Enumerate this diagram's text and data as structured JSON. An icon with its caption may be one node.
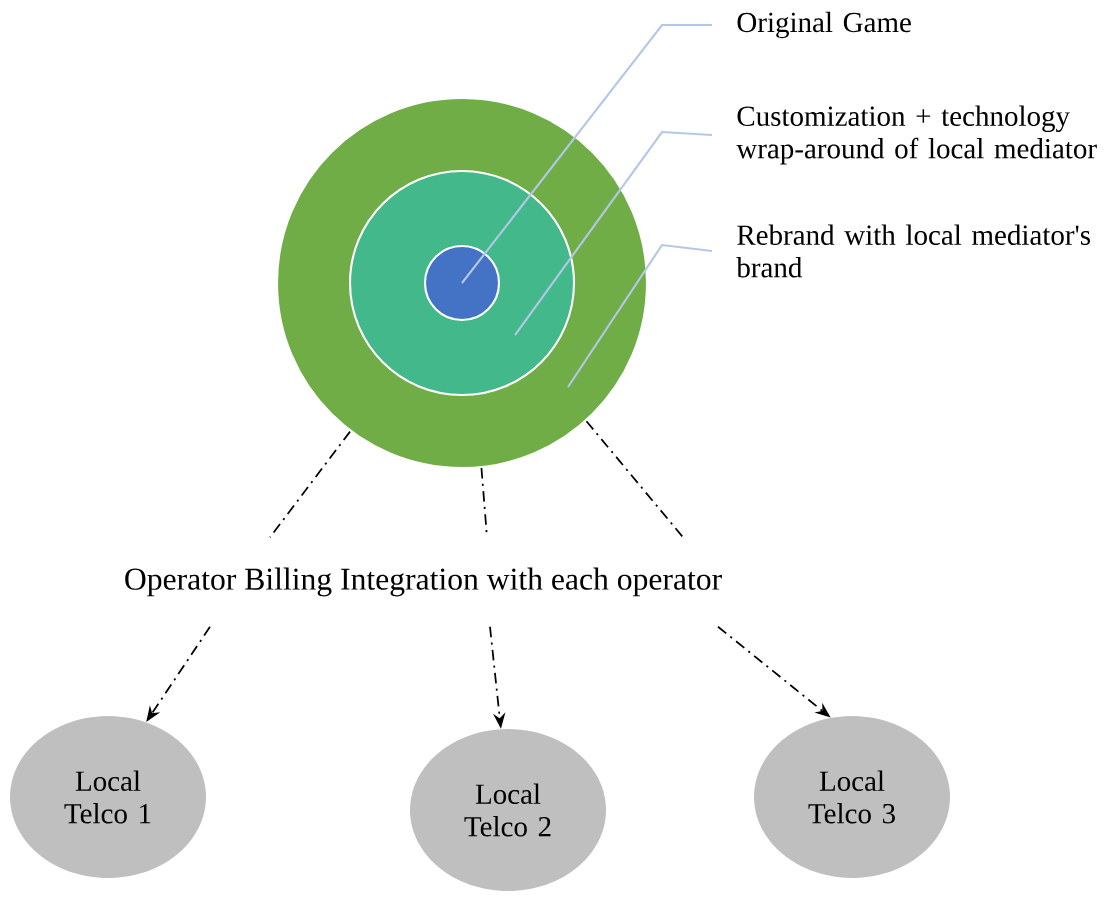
{
  "diagram": {
    "nodes": [
      {
        "text": [],
        "shape": "circle"
      },
      {
        "text": [],
        "shape": "circle",
        "in": 0
      },
      {
        "text": [],
        "shape": "circle",
        "in": 1
      },
      {
        "text": [
          "Original Game"
        ]
      },
      {
        "text": [
          "Customization + technology wrap-around of local mediator"
        ]
      },
      {
        "text": [
          "Rebrand with local mediator's brand"
        ]
      },
      {
        "text": [
          "Operator Billing Integration with each operator"
        ]
      },
      {
        "text": [
          "Local Telco 1"
        ]
      },
      {
        "text": [
          "Local Telco 2"
        ]
      },
      {
        "text": [
          "Local Telco 3"
        ]
      }
    ],
    "edges": [
      {
        "from": 3,
        "to": 2,
        "arrow": "none",
        "color": "#b4c7e7"
      },
      {
        "from": 4,
        "to": 1,
        "arrow": "none",
        "color": "#b4c7e7"
      },
      {
        "from": 5,
        "to": 0,
        "arrow": "none",
        "color": "#b4c7e7"
      },
      {
        "from": 0,
        "to": 6,
        "arrow": "none",
        "style": "dashed"
      },
      {
        "from": 0,
        "to": 6,
        "arrow": "none",
        "style": "dashed"
      },
      {
        "from": 0,
        "to": 6,
        "arrow": "none",
        "style": "dashed"
      },
      {
        "from": 6,
        "to": 7,
        "arrow": "to",
        "style": "dashed"
      },
      {
        "from": 6,
        "to": 8,
        "arrow": "to",
        "style": "dashed"
      },
      {
        "from": 6,
        "to": 9,
        "arrow": "to",
        "style": "dashed"
      }
    ]
  }
}
